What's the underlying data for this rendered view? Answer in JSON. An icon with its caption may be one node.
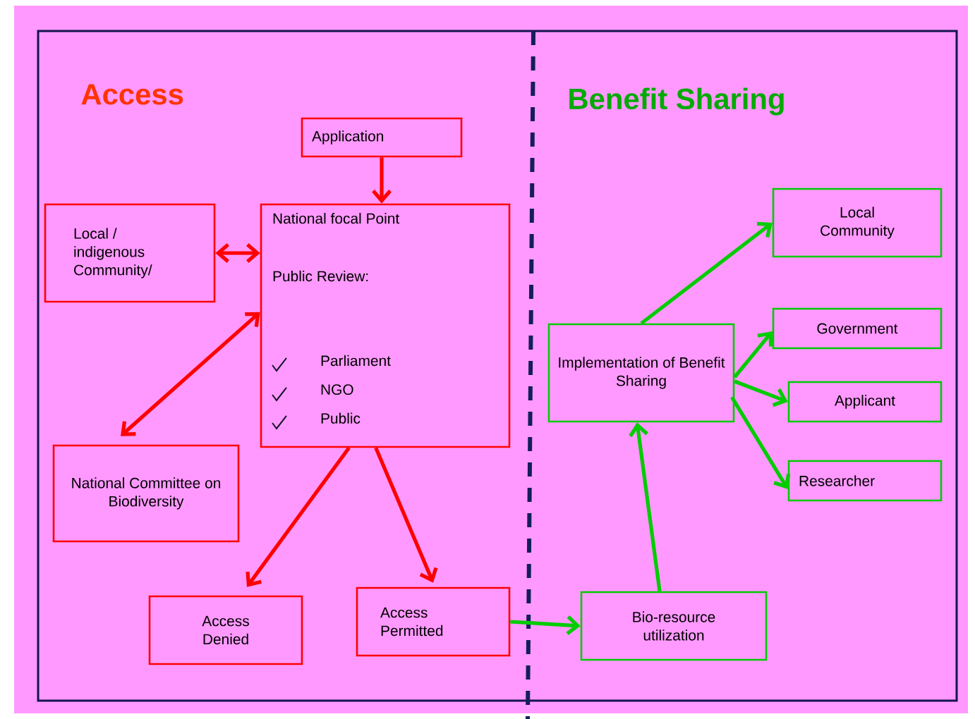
{
  "diagram": {
    "nodes": [
      {
        "text": [
          "Application"
        ]
      },
      {
        "text": [
          "Local / indigenous Community/"
        ]
      },
      {
        "text": [
          "National focal  Point",
          "Public Review:",
          "Parliament",
          "NGO",
          "Public"
        ]
      },
      {
        "text": [
          "National Committee on Biodiversity"
        ]
      },
      {
        "text": [
          "Access Denied"
        ]
      },
      {
        "text": [
          "Access Permitted"
        ]
      },
      {
        "text": [
          "Bio-resource utilization"
        ]
      },
      {
        "text": [
          "Implementation of Benefit Sharing"
        ]
      },
      {
        "text": [
          "Local Community"
        ]
      },
      {
        "text": [
          "Government"
        ]
      },
      {
        "text": [
          "Applicant"
        ]
      },
      {
        "text": [
          "Researcher"
        ]
      }
    ],
    "edges": [
      {
        "from": 0,
        "to": 2,
        "arrow": "to",
        "color": "#ff0000"
      },
      {
        "from": 1,
        "to": 2,
        "arrow": "both",
        "color": "#ff0000"
      },
      {
        "from": 2,
        "to": 3,
        "arrow": "both",
        "color": "#ff0000"
      },
      {
        "from": 2,
        "to": 4,
        "arrow": "to",
        "color": "#ff0000"
      },
      {
        "from": 2,
        "to": 5,
        "arrow": "to",
        "color": "#ff0000"
      },
      {
        "from": 5,
        "to": 6,
        "arrow": "to"
      },
      {
        "from": 6,
        "to": 7,
        "arrow": "to"
      },
      {
        "from": 7,
        "to": 8,
        "arrow": "to"
      },
      {
        "from": 7,
        "to": 9,
        "arrow": "to"
      },
      {
        "from": 7,
        "to": 10,
        "arrow": "to"
      },
      {
        "from": 7,
        "to": 11,
        "arrow": "to"
      }
    ],
    "labels": [
      "Access",
      "Benefit Sharing"
    ]
  }
}
